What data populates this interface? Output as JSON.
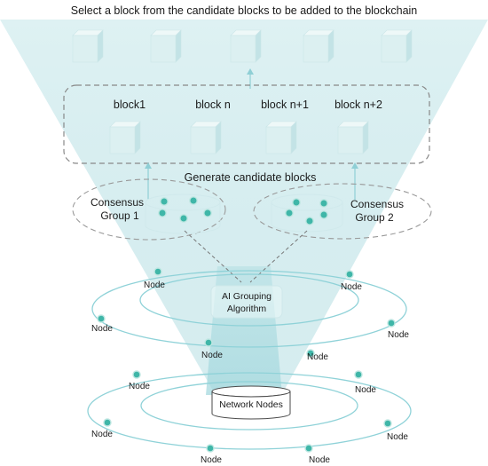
{
  "title": "Select a block from the candidate blocks to be added to the blockchain",
  "candidate_blocks": [
    "block1",
    "block n",
    "block n+1",
    "block n+2"
  ],
  "generate_label": "Generate candidate blocks",
  "groups": {
    "left": [
      "Consensus",
      "Group 1"
    ],
    "right": [
      "Consensus",
      "Group 2"
    ]
  },
  "ai_algorithm": [
    "AI Grouping",
    "Algorithm"
  ],
  "network_nodes": "Network Nodes",
  "node_label": "Node",
  "colors": {
    "accent": "#3fb6a8",
    "ring": "#8fd2d8",
    "block_face": "#dff1f1",
    "dashed": "#888888"
  }
}
